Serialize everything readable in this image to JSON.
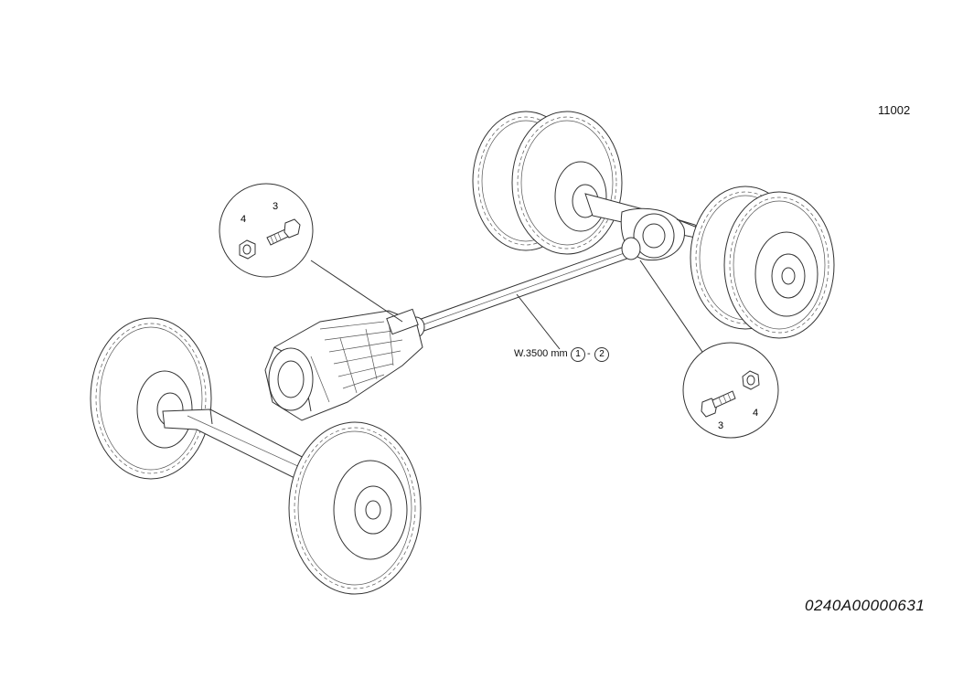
{
  "sheet": {
    "id": "11002",
    "drawing_code": "0240A00000631"
  },
  "propeller_shaft": {
    "length_label": "W.3500 mm",
    "ref_from": "1",
    "separator": "-",
    "ref_to": "2"
  },
  "details": [
    {
      "name": "front-flange-fasteners",
      "nut_label": "4",
      "bolt_label": "3"
    },
    {
      "name": "rear-flange-fasteners",
      "bolt_label": "3",
      "nut_label": "4"
    }
  ],
  "colors": {
    "line": "#333333",
    "background": "#ffffff"
  }
}
